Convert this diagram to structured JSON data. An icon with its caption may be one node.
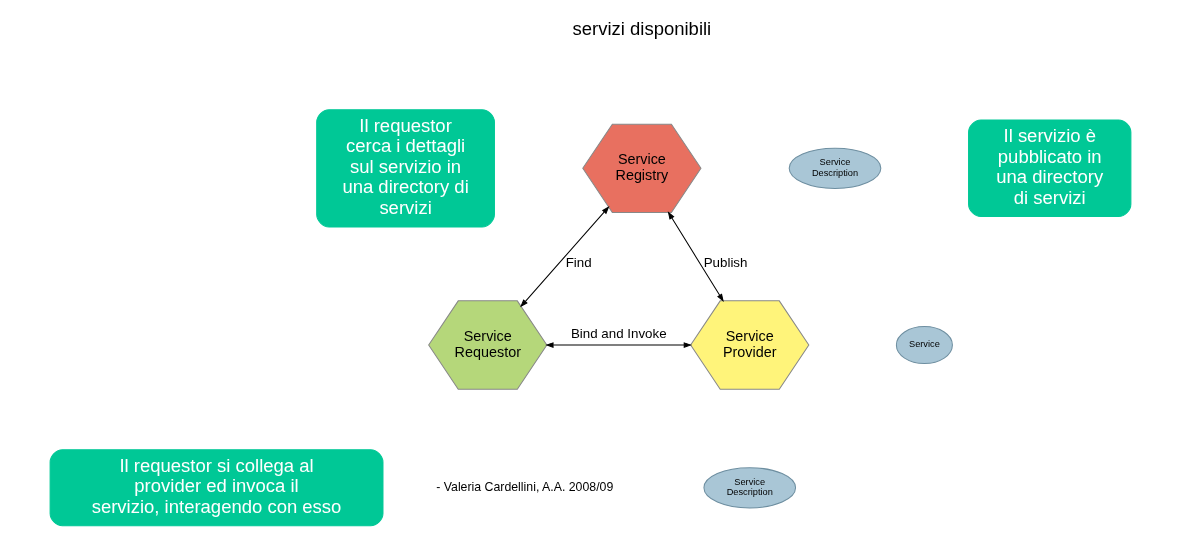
{
  "diagram": {
    "nodes": [
      {
        "text": [
          "Service Registry"
        ]
      },
      {
        "text": [
          "Service Description"
        ]
      },
      {
        "text": [
          "Service Requestor"
        ]
      },
      {
        "text": [
          "Service Provider"
        ]
      },
      {
        "text": [
          "Service"
        ]
      },
      {
        "text": [
          "Service Description"
        ]
      },
      {
        "text": [
          "Il requestor cerca i dettagli sul servizio in una directory di servizi"
        ]
      },
      {
        "text": [
          "Il servizio è pubblicato in una directory di servizi"
        ]
      },
      {
        "text": [
          "Il requestor si collega al provider ed invoca il servizio, interagendo con esso"
        ]
      }
    ],
    "edges": [
      {
        "from": 0,
        "to": 2,
        "arrow": "both",
        "label": "Find"
      },
      {
        "from": 0,
        "to": 3,
        "arrow": "both",
        "label": "Publish"
      },
      {
        "from": 2,
        "to": 3,
        "arrow": "both",
        "label": "Bind and Invoke"
      }
    ],
    "labels": [
      "servizi disponibili",
      "- Valeria Cardellini, A.A. 2008/09"
    ]
  }
}
